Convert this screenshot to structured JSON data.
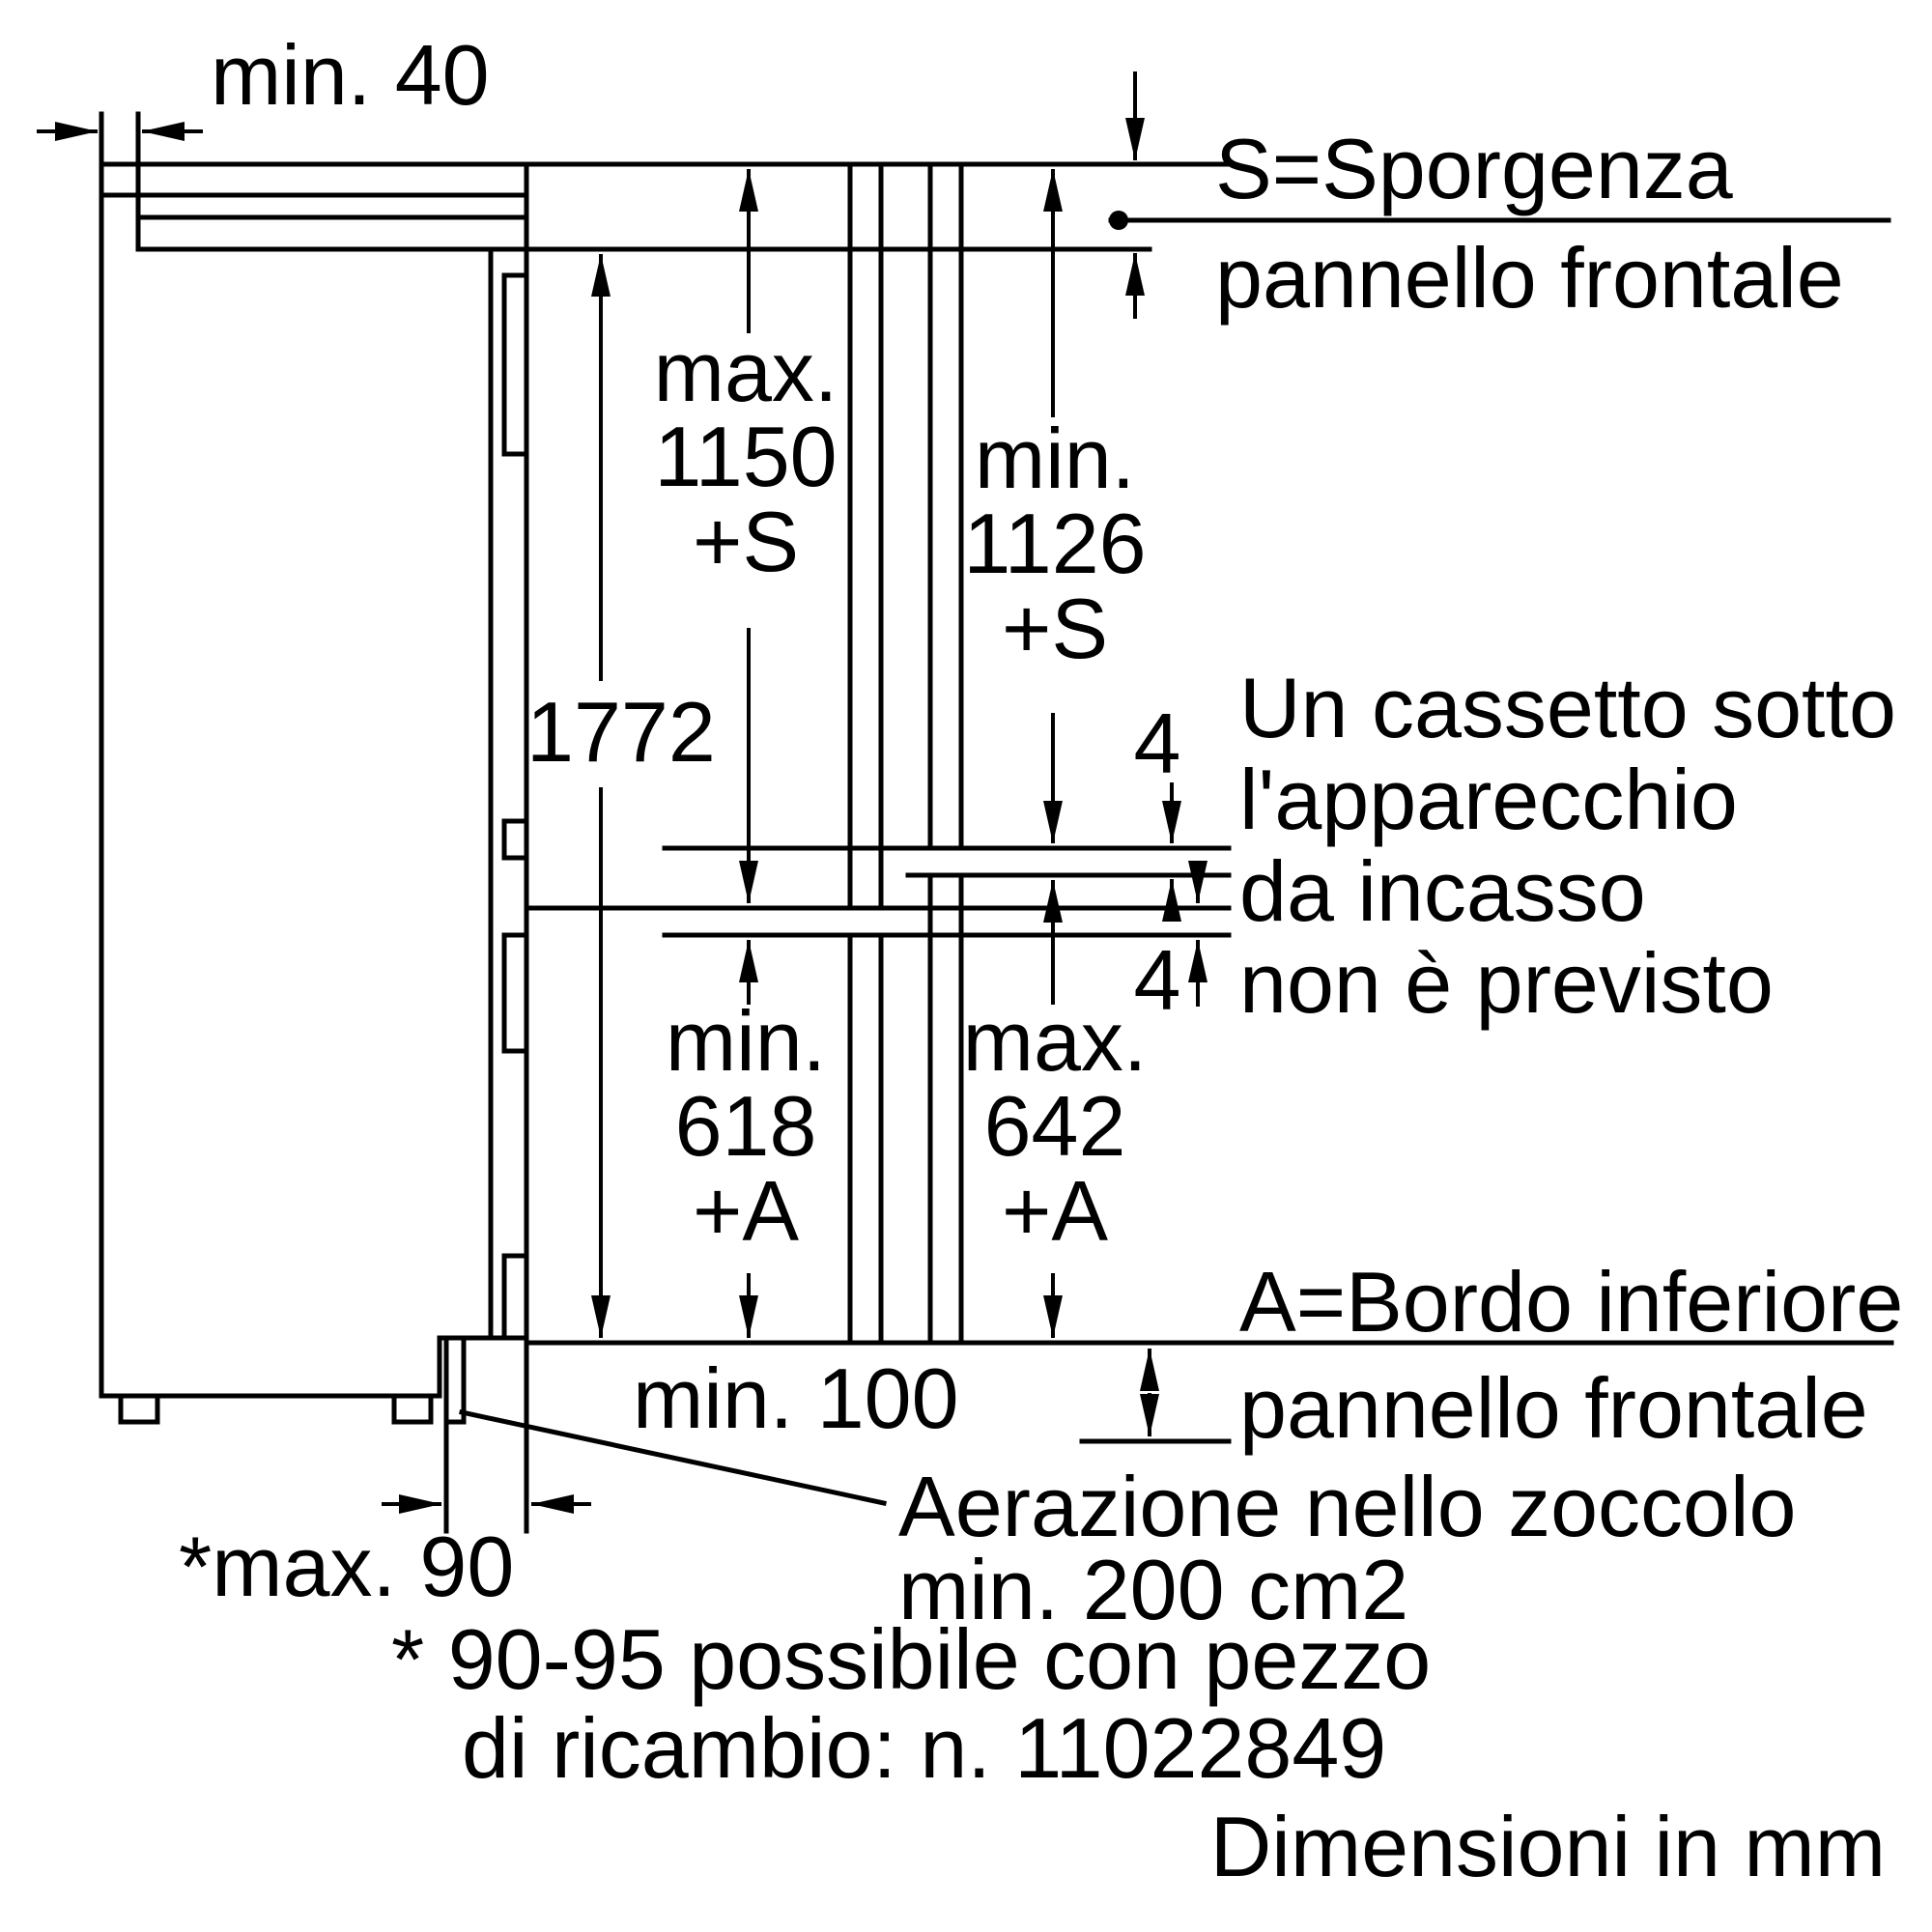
{
  "diagram": {
    "background": "#ffffff",
    "line_color": "#000000",
    "labels": {
      "top_clearance": "min. 40",
      "projection_title": "S=Sporgenza",
      "projection_subtitle": "pannello frontale",
      "panel_top_max": [
        "max.",
        "1150",
        "+S"
      ],
      "panel_top_min": [
        "min.",
        "1126",
        "+S"
      ],
      "appliance_height": "1772",
      "gap_upper": "4",
      "gap_lower": "4",
      "drawer_note": [
        "Un cassetto sotto",
        "l'apparecchio",
        "da incasso",
        "non è previsto"
      ],
      "panel_bottom_min": [
        "min.",
        "618",
        "+A"
      ],
      "panel_bottom_max": [
        "max.",
        "642",
        "+A"
      ],
      "lower_edge_title": "A=Bordo inferiore",
      "lower_edge_subtitle": "pannello frontale",
      "plinth_vent_height": "min. 100",
      "plinth_depth": "*max. 90",
      "vent_note": [
        "Aerazione nello zoccolo",
        "min. 200 cm2"
      ],
      "footnote": [
        "* 90-95 possibile con pezzo",
        "di ricambio: n. 11022849"
      ],
      "units_note": "Dimensioni in mm"
    }
  }
}
